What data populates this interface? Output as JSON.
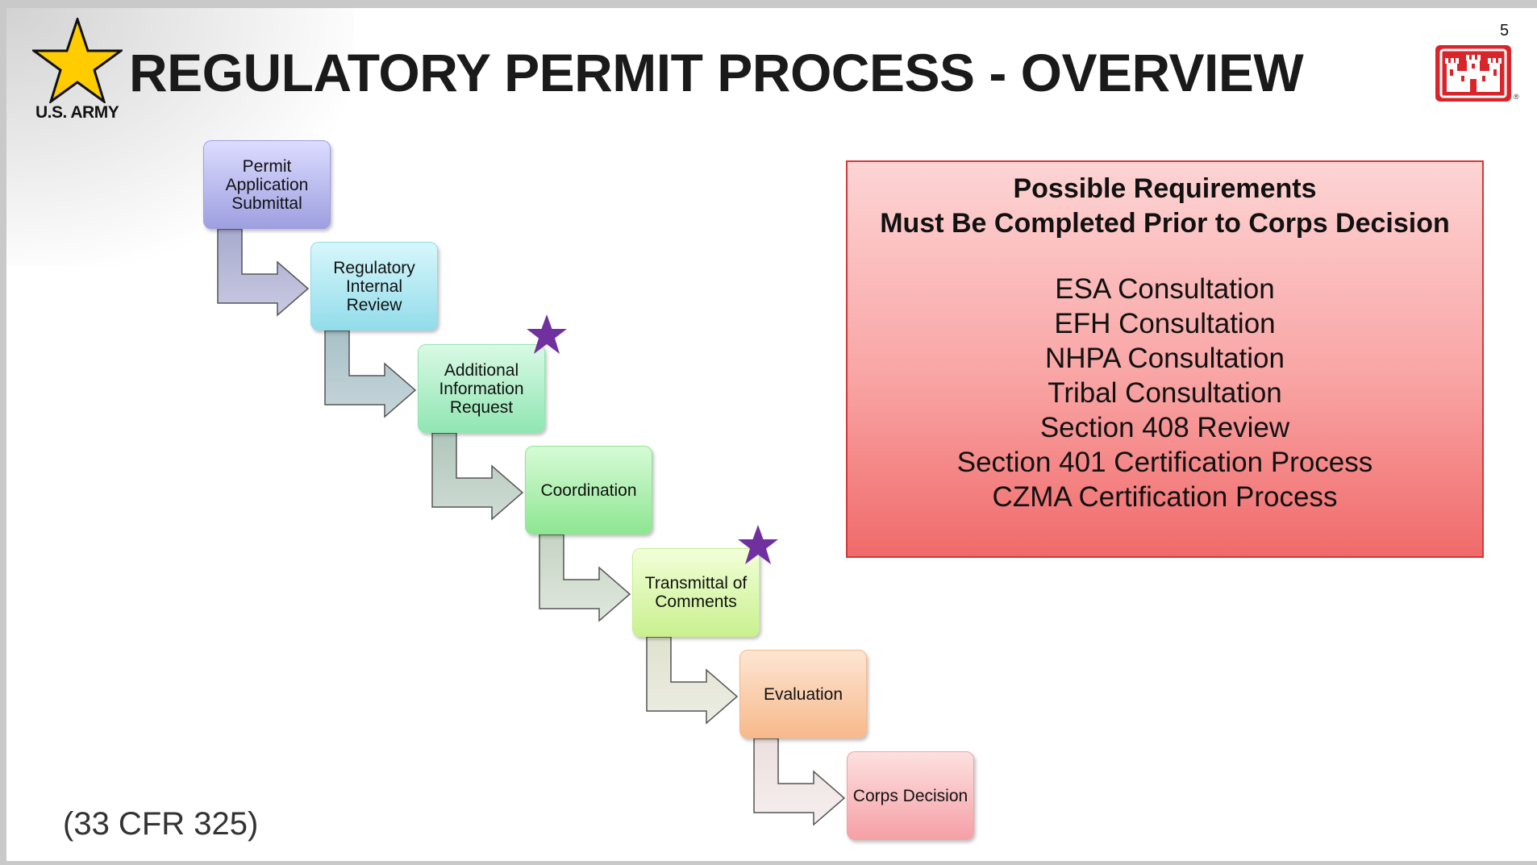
{
  "slide": {
    "page_number": "5",
    "title": "REGULATORY PERMIT PROCESS - OVERVIEW",
    "brand": "U.S. ARMY",
    "citation": "(33 CFR 325)"
  },
  "process": {
    "steps": [
      {
        "label": "Permit Application Submittal",
        "color_top": "#dcdcff",
        "color_bottom": "#9e9fe0"
      },
      {
        "label": "Regulatory Internal Review",
        "color_top": "#d7f7fb",
        "color_bottom": "#92dcea"
      },
      {
        "label": "Additional Information Request",
        "color_top": "#d9f9e5",
        "color_bottom": "#90e6b2"
      },
      {
        "label": "Coordination",
        "color_top": "#d6fbd6",
        "color_bottom": "#8ee692"
      },
      {
        "label": "Transmittal of Comments",
        "color_top": "#f2ffd9",
        "color_bottom": "#c9f08f"
      },
      {
        "label": "Evaluation",
        "color_top": "#fde6d3",
        "color_bottom": "#f7b98b"
      },
      {
        "label": "Corps Decision",
        "color_top": "#fde0e0",
        "color_bottom": "#f5a0a6"
      }
    ],
    "starred_steps": [
      "Additional Information Request",
      "Transmittal of Comments"
    ],
    "star_color": "#7030a0"
  },
  "requirements": {
    "heading_line1": "Possible Requirements",
    "heading_line2": "Must Be Completed Prior to Corps Decision",
    "items": [
      "ESA Consultation",
      "EFH Consultation",
      "NHPA Consultation",
      "Tribal Consultation",
      "Section 408 Review",
      "Section 401 Certification Process",
      "CZMA Certification Process"
    ]
  },
  "colors": {
    "army_gold": "#ffcc00",
    "castle_red": "#d9252a",
    "requirements_border": "#d43838"
  },
  "icons": {
    "army_logo": "army-star-icon",
    "usace_logo": "castle-icon",
    "flag": "star-icon"
  }
}
